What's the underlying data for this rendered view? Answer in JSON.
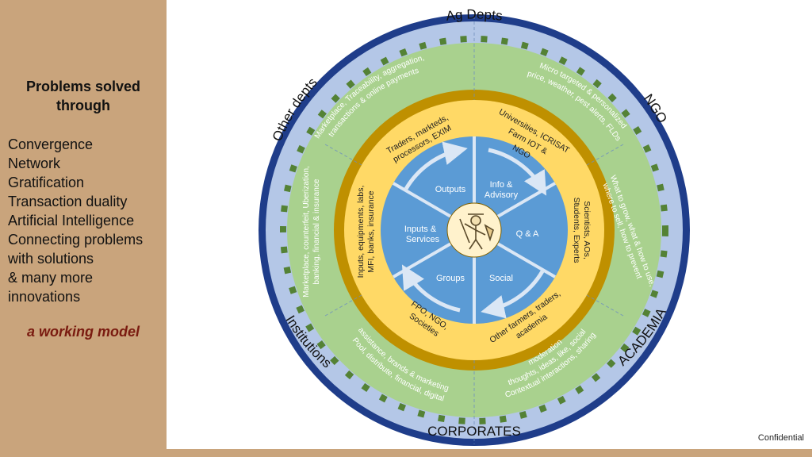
{
  "sidebar": {
    "title_line1": "Problems solved",
    "title_line2": "through",
    "items": [
      "Convergence",
      "Network",
      "Gratification",
      "Transaction duality",
      "Artificial Intelligence",
      "Connecting problems",
      "with solutions",
      "& many more",
      "innovations"
    ],
    "tagline": "a working model"
  },
  "footer": {
    "confidential": "Confidential"
  },
  "diagram": {
    "outer_labels": {
      "top": "Ag Depts",
      "bottom": "CORPORATES",
      "upper_left": "Other depts",
      "upper_right": "NGO",
      "lower_left": "Institutions",
      "lower_right": "ACADEMIA"
    },
    "green_ring": {
      "upper_left": [
        "Marketplace, Traceability, aggregation,",
        "transactions & online payments"
      ],
      "upper_right": [
        "Micro targeted & personalized",
        "price, weather, pest alerts, FLDs"
      ],
      "left": [
        "Marketplace, counterfeit, Uberization,",
        "banking, financial & insurance"
      ],
      "right": [
        "What to grow, what & how to use,",
        "where to sell, how to prevent"
      ],
      "lower_left": [
        "Pool, distribute, financial, digital",
        "assistance, brands & marketing"
      ],
      "lower_right": [
        "Contextual interactions, sharing",
        "thoughts, ideas, like, social",
        "moderation"
      ]
    },
    "yellow_ring": {
      "upper_left": [
        "Traders, markteds,",
        "processors, EXIM"
      ],
      "upper_right": [
        "Universities, ICRISAT",
        "Farm IOT &",
        "NGO"
      ],
      "left": [
        "Inputs, equipments, labs,",
        "MFI, banks, insurance"
      ],
      "right": [
        "Scientists, AOs,",
        "Students, Experts"
      ],
      "lower_left": [
        "FPO, NGO,",
        "Societies"
      ],
      "lower_right": [
        "Other farmers, traders,",
        "academia"
      ]
    },
    "blue_ring": {
      "outputs": "Outputs",
      "info_line1": "Info &",
      "info_line2": "Advisory",
      "qa": "Q & A",
      "social": "Social",
      "groups": "Groups",
      "inputs_line1": "Inputs &",
      "inputs_line2": "Services"
    },
    "colors": {
      "outer_ring": "#1f3d8a",
      "light_blue": "#b4c7e7",
      "green": "#a9d18e",
      "green_dash": "#548235",
      "gold": "#bf9000",
      "yellow": "#ffd966",
      "blue": "#5b9bd5",
      "center": "#fff2cc",
      "tagline": "#7a1b10"
    },
    "center_icon": "farmer-with-tools-icon"
  }
}
